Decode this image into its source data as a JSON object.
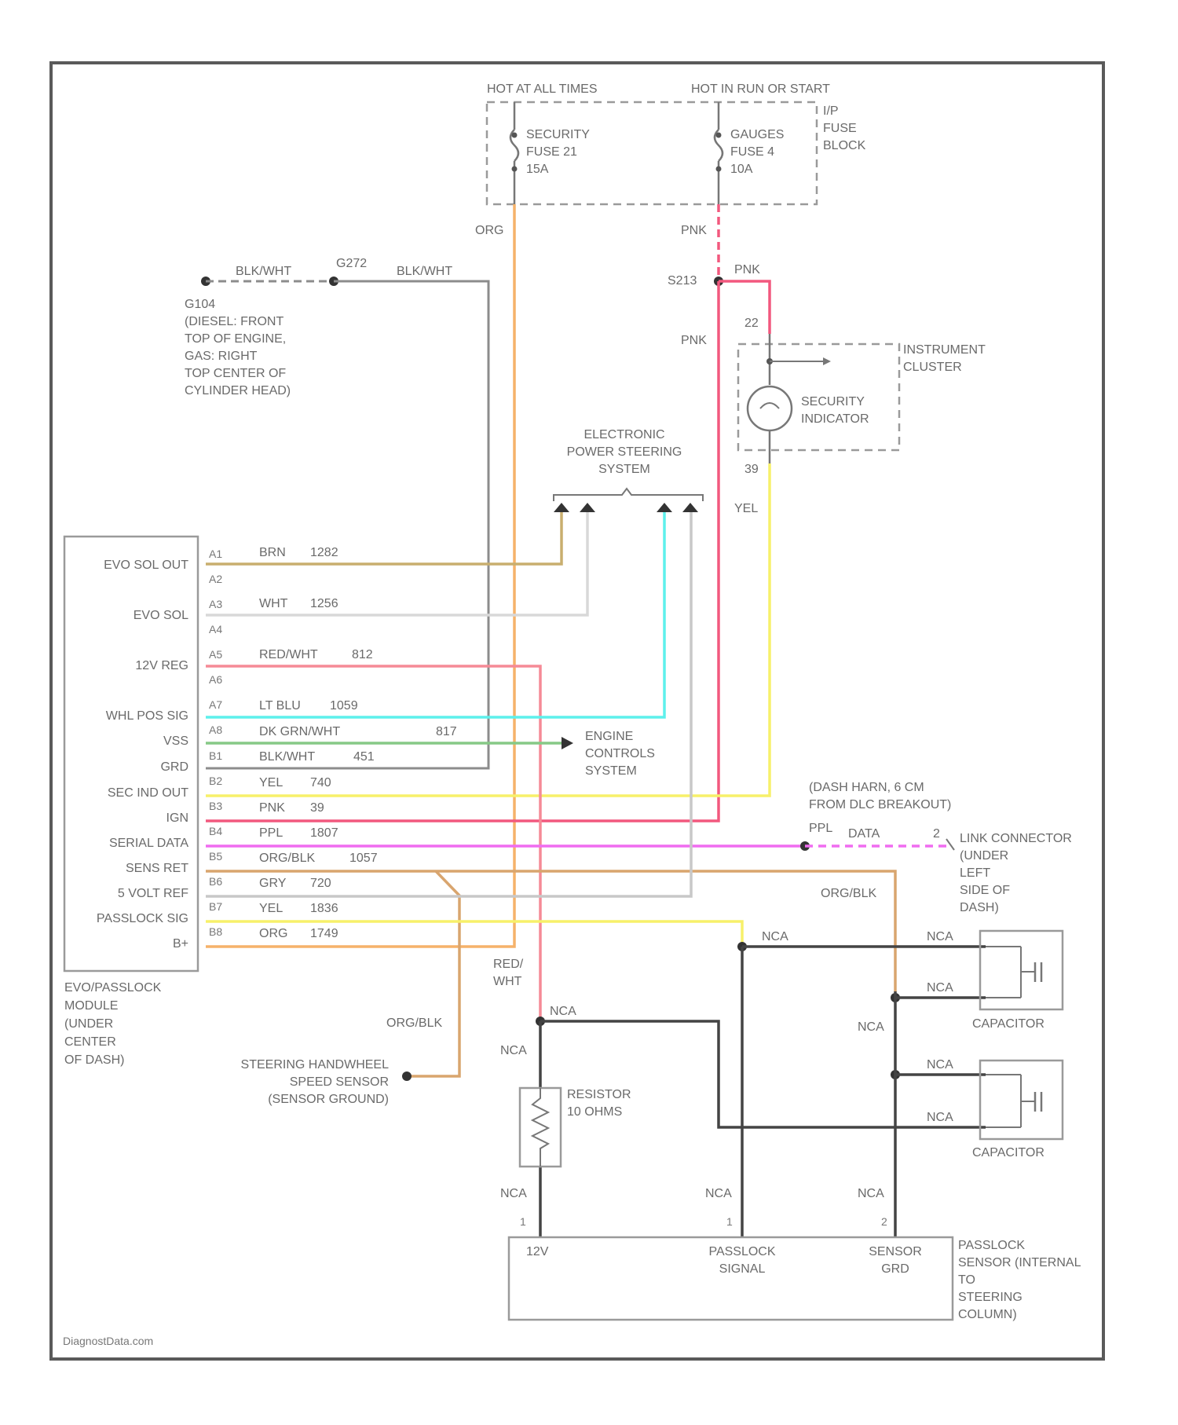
{
  "fuse_block": {
    "hot_at_all_times": "HOT AT ALL TIMES",
    "hot_in_run": "HOT IN RUN OR START",
    "name_1": "I/P",
    "name_2": "FUSE",
    "name_3": "BLOCK",
    "fuse_a_1": "SECURITY",
    "fuse_a_2": "FUSE 21",
    "fuse_a_3": "15A",
    "fuse_b_1": "GAUGES",
    "fuse_b_2": "FUSE 4",
    "fuse_b_3": "10A"
  },
  "ground": {
    "wire_1": "BLK/WHT",
    "splice": "G272",
    "wire_2": "BLK/WHT",
    "lines": [
      "G104",
      "(DIESEL: FRONT",
      "TOP OF ENGINE,",
      "GAS: RIGHT",
      "TOP CENTER OF",
      "CYLINDER HEAD)"
    ]
  },
  "wires_top": {
    "org": "ORG",
    "pnk_a": "PNK",
    "pnk_b": "PNK",
    "pnk_c": "PNK",
    "splice_s213": "S213",
    "yel": "YEL"
  },
  "instrument_cluster": {
    "title_1": "INSTRUMENT",
    "title_2": "CLUSTER",
    "indicator_1": "SECURITY",
    "indicator_2": "INDICATOR",
    "pin_top": "22",
    "pin_bottom": "39"
  },
  "eps": {
    "line_1": "ELECTRONIC",
    "line_2": "POWER STEERING",
    "line_3": "SYSTEM"
  },
  "ecs": {
    "line_1": "ENGINE",
    "line_2": "CONTROLS",
    "line_3": "SYSTEM"
  },
  "module": {
    "pin_labels": [
      "EVO SOL OUT",
      "EVO SOL",
      "12V REG",
      "WHL POS SIG",
      "VSS",
      "GRD",
      "SEC IND OUT",
      "IGN",
      "SERIAL DATA",
      "SENS RET",
      "5 VOLT REF",
      "PASSLOCK SIG",
      "B+"
    ],
    "pins": [
      "A1",
      "A2",
      "A3",
      "A4",
      "A5",
      "A6",
      "A7",
      "A8",
      "B1",
      "B2",
      "B3",
      "B4",
      "B5",
      "B6",
      "B7",
      "B8"
    ],
    "name_lines": [
      "EVO/PASSLOCK",
      "MODULE",
      "(UNDER",
      "CENTER",
      "OF DASH)"
    ]
  },
  "wire_labels": [
    {
      "color": "BRN",
      "circuit": "1282"
    },
    {
      "color": "WHT",
      "circuit": "1256"
    },
    {
      "color": "RED/WHT",
      "circuit": "812"
    },
    {
      "color": "LT BLU",
      "circuit": "1059"
    },
    {
      "color": "DK GRN/WHT",
      "circuit": "817"
    },
    {
      "color": "BLK/WHT",
      "circuit": "451"
    },
    {
      "color": "YEL",
      "circuit": "740"
    },
    {
      "color": "PNK",
      "circuit": "39"
    },
    {
      "color": "PPL",
      "circuit": "1807"
    },
    {
      "color": "ORG/BLK",
      "circuit": "1057"
    },
    {
      "color": "GRY",
      "circuit": "720"
    },
    {
      "color": "YEL",
      "circuit": "1836"
    },
    {
      "color": "ORG",
      "circuit": "1749"
    }
  ],
  "dlc": {
    "note_1": "(DASH HARN, 6 CM",
    "note_2": "FROM DLC BREAKOUT)",
    "wire": "PPL",
    "data": "DATA",
    "pin": "2",
    "lines": [
      "LINK CONNECTOR",
      "(UNDER",
      "LEFT",
      "SIDE OF",
      "DASH)"
    ]
  },
  "lower": {
    "org_blk_a": "ORG/BLK",
    "org_blk_b": "ORG/BLK",
    "red_wht_1": "RED/",
    "red_wht_2": "WHT",
    "nca": "NCA",
    "capacitor": "CAPACITOR",
    "resistor_1": "RESISTOR",
    "resistor_2": "10 OHMS",
    "speed_sensor": [
      "STEERING HANDWHEEL",
      "SPEED SENSOR",
      "(SENSOR GROUND)"
    ],
    "sensor_terms": [
      "12V",
      "PASSLOCK",
      "SIGNAL",
      "SENSOR",
      "GRD"
    ],
    "sensor_pins": [
      "1",
      "1",
      "2"
    ],
    "sensor_name": [
      "PASSLOCK",
      "SENSOR (INTERNAL",
      "TO",
      "STEERING",
      "COLUMN)"
    ]
  },
  "watermark": "DiagnostData.com",
  "colors": {
    "brn": "#c8ae6e",
    "wht": "#d8d8d8",
    "red_wht": "#f58a96",
    "lt_blu": "#5df0ec",
    "dk_grn": "#86c986",
    "blk_wht": "#8c8c8c",
    "yel": "#f7f06a",
    "pnk": "#f2587e",
    "ppl": "#f06cf0",
    "org_blk": "#d9a56e",
    "gry": "#c8c8c8",
    "org": "#f5b26a",
    "nca": "#444444",
    "frame": "#5a5a5a",
    "dash": "#9a9a9a"
  }
}
